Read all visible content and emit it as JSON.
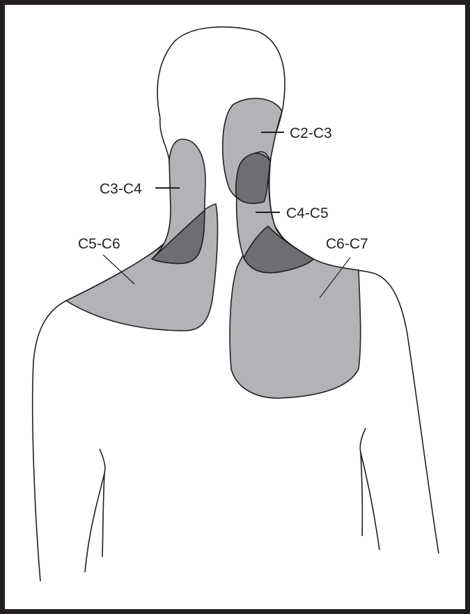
{
  "diagram": {
    "title": "Cervical facet joint referred pain patterns",
    "labels": {
      "c2c3": "C2-C3",
      "c3c4": "C3-C4",
      "c4c5": "C4-C5",
      "c5c6": "C5-C6",
      "c6c7": "C6-C7"
    },
    "colors": {
      "region": "#b2b3b6",
      "overlap": "#6d6e71",
      "outline": "#231f20"
    }
  }
}
